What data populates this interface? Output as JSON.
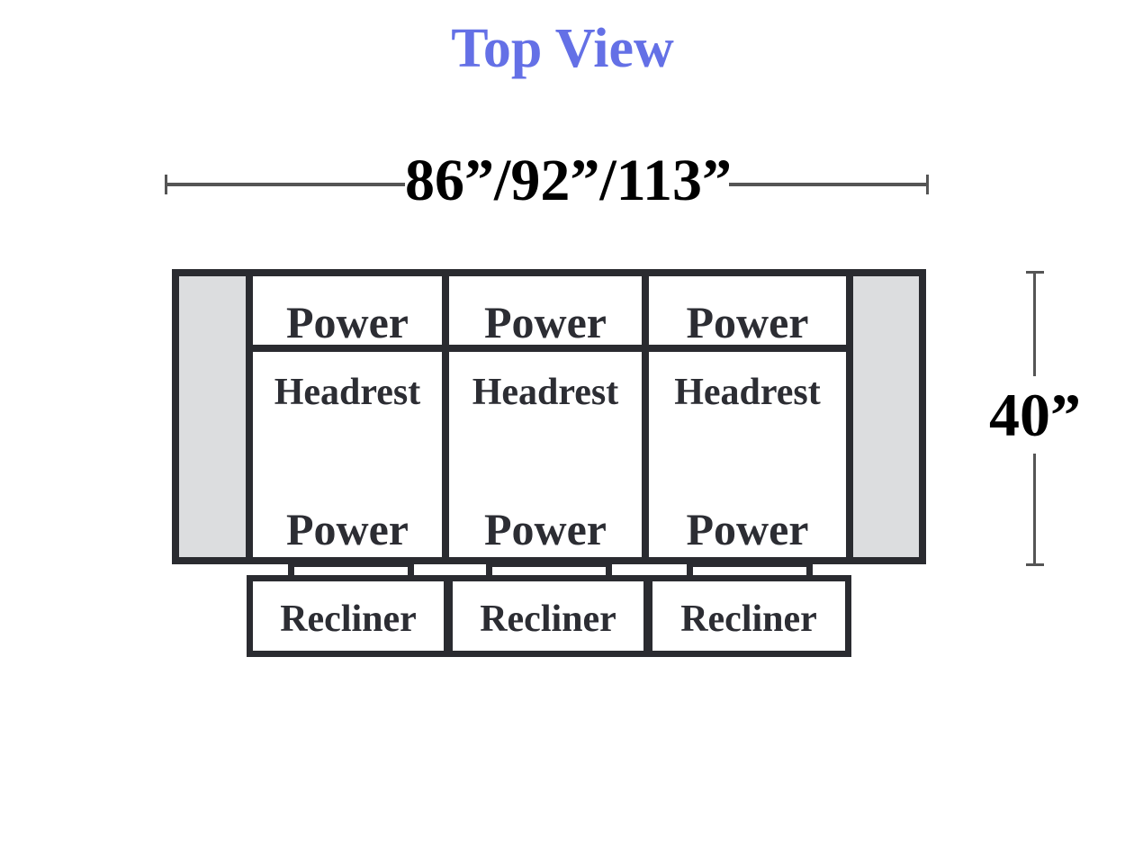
{
  "title": "Top View",
  "dimensions": {
    "width": "86”/92”/113”",
    "depth": "40”"
  },
  "seats": [
    {
      "top": "Power",
      "middle": "Headrest",
      "bottom": "Power",
      "footrest": "Recliner"
    },
    {
      "top": "Power",
      "middle": "Headrest",
      "bottom": "Power",
      "footrest": "Recliner"
    },
    {
      "top": "Power",
      "middle": "Headrest",
      "bottom": "Power",
      "footrest": "Recliner"
    }
  ],
  "colors": {
    "title": "#6470e6",
    "outline": "#2a2b30",
    "armrest_fill": "#dcdddf",
    "text": "#2c2d33"
  }
}
